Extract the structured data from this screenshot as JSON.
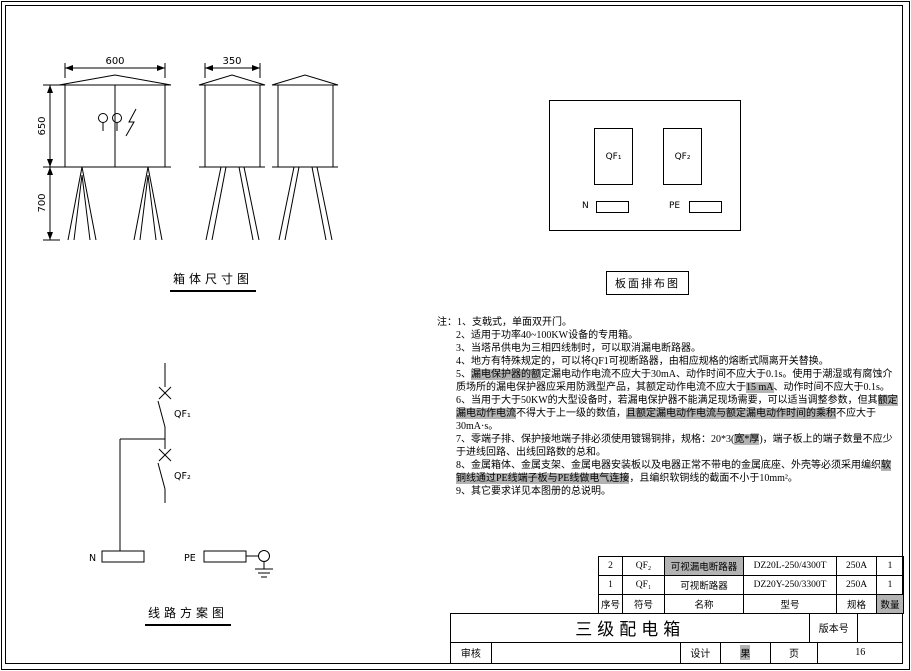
{
  "page": {
    "bg": "#ffffff",
    "line_color": "#000000",
    "highlight_color": "#b3b3b3"
  },
  "dimension_drawing": {
    "label": "箱体尺寸图",
    "dims": {
      "width_front": "600",
      "width_side": "350",
      "height_body": "650",
      "height_legs": "700"
    }
  },
  "panel_layout": {
    "label": "板面排布图",
    "breaker1": "QF₁",
    "breaker2": "QF₂",
    "neutral": "N",
    "pe": "PE"
  },
  "circuit_diagram": {
    "label": "线路方案图",
    "breaker1": "QF₁",
    "breaker2": "QF₂",
    "neutral": "N",
    "pe": "PE"
  },
  "notes": {
    "prefix": "注：",
    "items": [
      {
        "num": "1、",
        "segments": [
          {
            "text": "支戟式，单面双开门。",
            "hl": false
          }
        ]
      },
      {
        "num": "2、",
        "segments": [
          {
            "text": "适用于功率40~100KW设备的专用箱。",
            "hl": false
          }
        ]
      },
      {
        "num": "3、",
        "segments": [
          {
            "text": "当塔吊供电为三相四线制时，可以取消漏电断路器。",
            "hl": false
          }
        ]
      },
      {
        "num": "4、",
        "segments": [
          {
            "text": "地方有特殊规定的，可以将QF1可视断路器，由相应规格的熔断式隔离开关替换。",
            "hl": false
          }
        ]
      },
      {
        "num": "5、",
        "segments": [
          {
            "text": "漏电保护器的额",
            "hl": true
          },
          {
            "text": "定漏电动作电流不应大于30mA、动作时间不应大于0.1s。使用于潮湿或有腐蚀介质场所的漏电保护器应采用防溅型产品，其额定动作电流不应大于",
            "hl": false
          },
          {
            "text": "15 mA",
            "hl": true
          },
          {
            "text": "、动作时间不应大于0.1s。",
            "hl": false
          }
        ]
      },
      {
        "num": "6、",
        "segments": [
          {
            "text": "当用于大于50KW的大型设备时，若漏电保护器不能满足现场需要，可以适当调整参数，但其",
            "hl": false
          },
          {
            "text": "额定漏电动作电流",
            "hl": true
          },
          {
            "text": "不得大于上一级的数值，",
            "hl": false
          },
          {
            "text": "且额定漏电动作电流与额定漏电动作时间的乘积",
            "hl": true
          },
          {
            "text": "不应大于30mA·s。",
            "hl": false
          }
        ]
      },
      {
        "num": "7、",
        "segments": [
          {
            "text": "零端子排、保护接地端子排必须使用镀锡铜排，规格：20*3(",
            "hl": false
          },
          {
            "text": "宽*厚",
            "hl": true
          },
          {
            "text": ")，端子板上的端子数量不应少于进线回路、出线回路数的总和。",
            "hl": false
          }
        ]
      },
      {
        "num": "8、",
        "segments": [
          {
            "text": "金属箱体、金属支架、金属电器安装板以及电器正常不带电的金属底座、外壳等必须采用编织",
            "hl": false
          },
          {
            "text": "软铜线通过PE线端子板与PE线做电气连接",
            "hl": true
          },
          {
            "text": "，且编织软铜线的截面不小于10mm²。",
            "hl": false
          }
        ]
      },
      {
        "num": "9、",
        "segments": [
          {
            "text": "其它要求详见本图册的总说明。",
            "hl": false
          }
        ]
      }
    ]
  },
  "parts_table": {
    "rows": [
      [
        {
          "text": "2"
        },
        {
          "text": "QF₂"
        },
        {
          "text": "可视漏电断路器",
          "hl": true
        },
        {
          "text": "DZ20L-250/4300T"
        },
        {
          "text": "250A"
        },
        {
          "text": "1"
        }
      ],
      [
        {
          "text": "1"
        },
        {
          "text": "QF₁"
        },
        {
          "text": "可视断路器"
        },
        {
          "text": "DZ20Y-250/3300T"
        },
        {
          "text": "250A"
        },
        {
          "text": "1"
        }
      ],
      [
        {
          "text": "序号"
        },
        {
          "text": "符号"
        },
        {
          "text": "名称"
        },
        {
          "text": "型号"
        },
        {
          "text": "规格"
        },
        {
          "text": "数量",
          "hl": true
        }
      ]
    ]
  },
  "title_block": {
    "title": "三级配电箱",
    "version_label": "版本号",
    "review_label": "审核",
    "design_label": "设计",
    "designer": "果",
    "page_label": "页",
    "page_number": "16"
  }
}
